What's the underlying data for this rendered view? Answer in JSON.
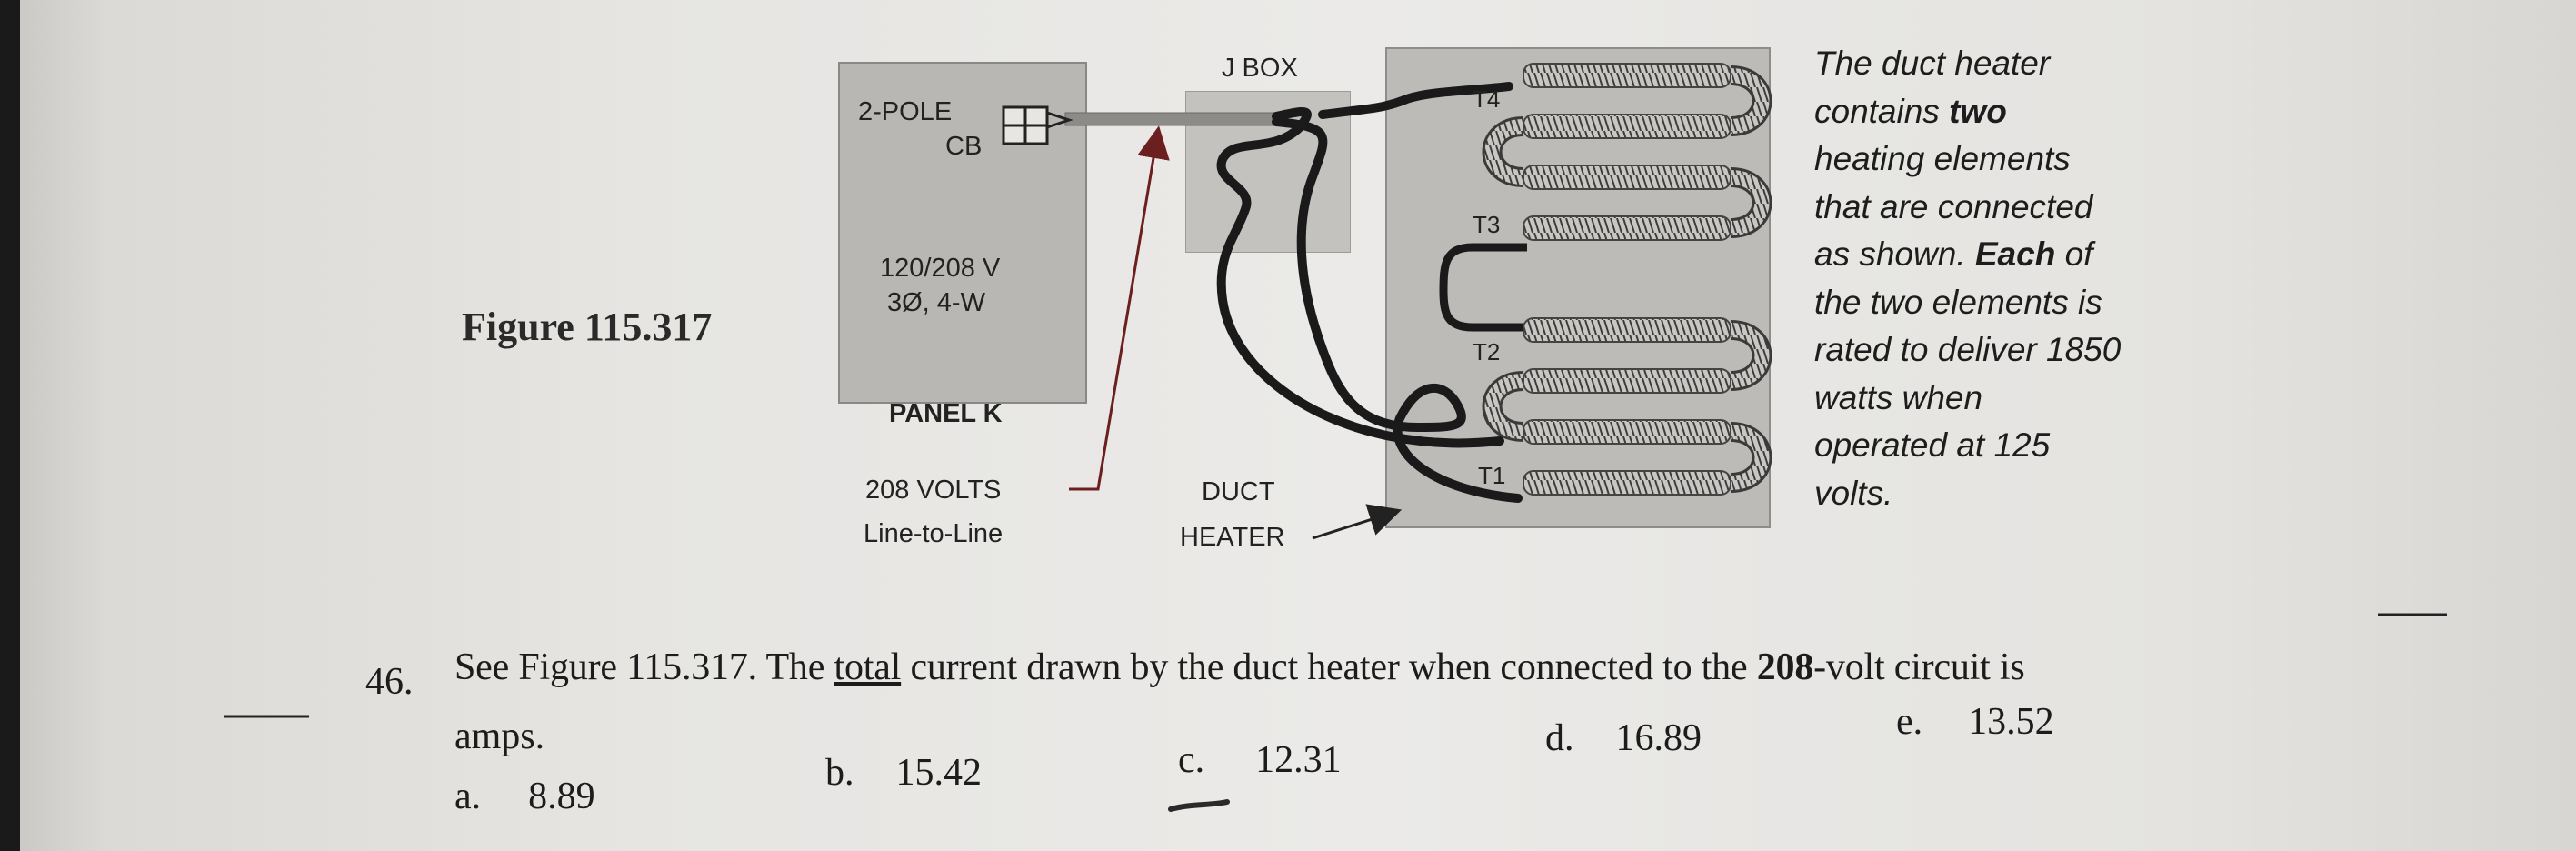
{
  "figure": {
    "title": "Figure 115.317",
    "panel": {
      "breaker_line1": "2-POLE",
      "breaker_line2": "CB",
      "voltage_line1": "120/208 V",
      "voltage_line2": "3Ø, 4-W",
      "name": "PANEL K"
    },
    "jbox_label": "J BOX",
    "terminals": [
      "T4",
      "T3",
      "T2",
      "T1"
    ],
    "supply_label_line1": "208 VOLTS",
    "supply_label_line2": "Line-to-Line",
    "heater_label_line1": "DUCT",
    "heater_label_line2": "HEATER"
  },
  "description": {
    "lines": [
      {
        "before": "The duct heater",
        "bold": "",
        "after": ""
      },
      {
        "before": "contains ",
        "bold": "two",
        "after": ""
      },
      {
        "before": "heating elements",
        "bold": "",
        "after": ""
      },
      {
        "before": "that are connected",
        "bold": "",
        "after": ""
      },
      {
        "before": "as shown. ",
        "bold": "Each",
        "after": " of"
      },
      {
        "before": "the two elements is",
        "bold": "",
        "after": ""
      },
      {
        "before": "rated to deliver 1850",
        "bold": "",
        "after": ""
      },
      {
        "before": "watts when",
        "bold": "",
        "after": ""
      },
      {
        "before": "operated at 125",
        "bold": "",
        "after": ""
      },
      {
        "before": "volts.",
        "bold": "",
        "after": ""
      }
    ]
  },
  "question": {
    "number": "46.",
    "text_before": "See Figure 115.317. The ",
    "text_underlined": "total",
    "text_mid": " current drawn by the duct heater when connected to the ",
    "text_bold": "208",
    "text_after": "-volt circuit is",
    "text_line2": "amps.",
    "choices": [
      {
        "letter": "a.",
        "value": "8.89"
      },
      {
        "letter": "b.",
        "value": "15.42"
      },
      {
        "letter": "c.",
        "value": "12.31"
      },
      {
        "letter": "d.",
        "value": "16.89"
      },
      {
        "letter": "e.",
        "value": "13.52"
      }
    ]
  }
}
